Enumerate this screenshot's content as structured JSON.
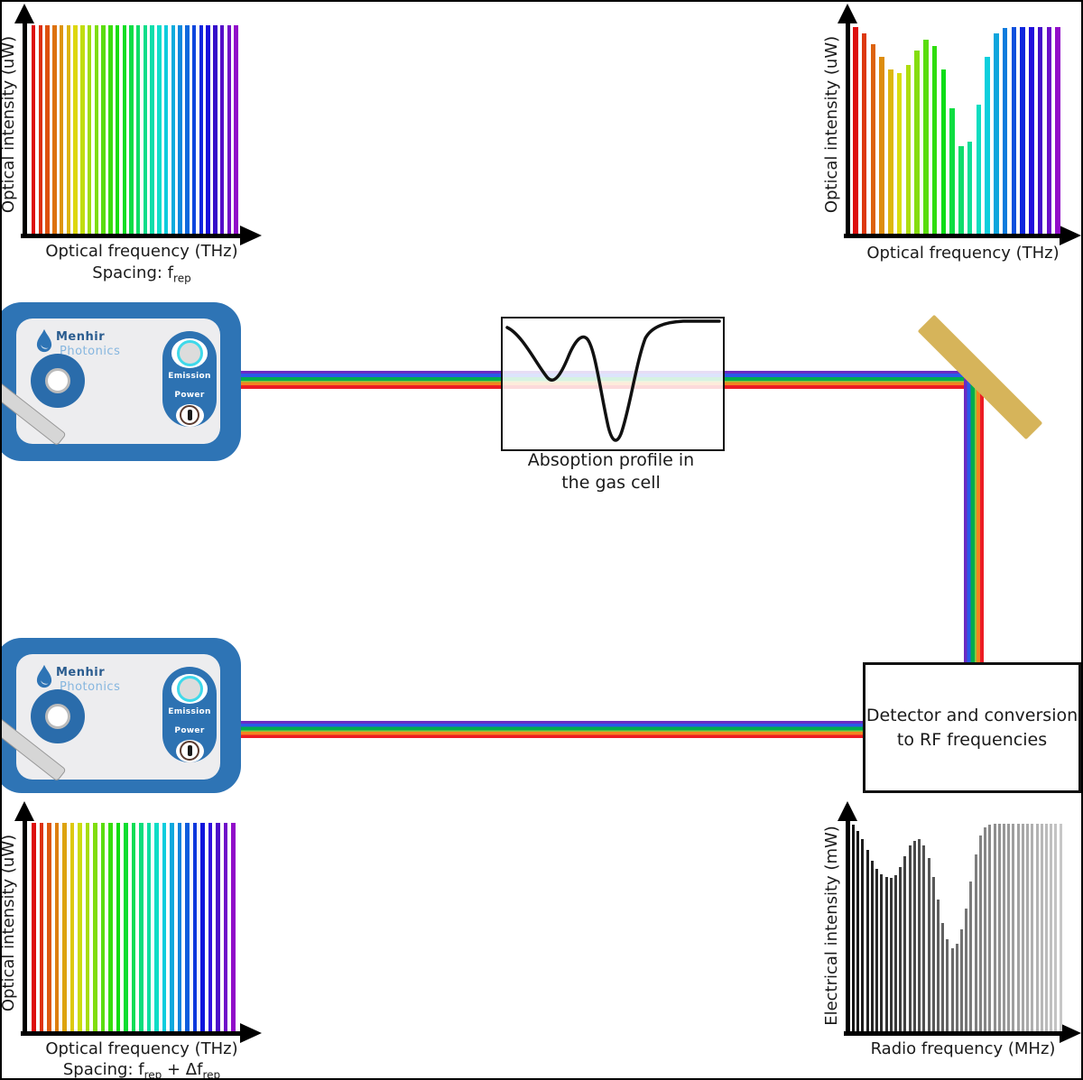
{
  "chart_data": [
    {
      "id": "comb_top_left",
      "type": "bar",
      "palette": "rainbow",
      "ylabel": "Optical intensity (uW)",
      "xlabel": "Optical frequency (THz)",
      "annotation": "Spacing: f_rep",
      "annotation_parts": {
        "t1": "Spacing: f",
        "s1": "rep",
        "t2": "",
        "s2": ""
      },
      "ylim": [
        0,
        1
      ],
      "grid": false,
      "values": [
        1,
        1,
        1,
        1,
        1,
        1,
        1,
        1,
        1,
        1,
        1,
        1,
        1,
        1,
        1,
        1,
        1,
        1,
        1,
        1,
        1,
        1,
        1,
        1,
        1,
        1,
        1,
        1,
        1,
        1
      ]
    },
    {
      "id": "comb_filtered",
      "type": "bar",
      "palette": "rainbow",
      "ylabel": "Optical intensity (uW)",
      "xlabel": "Optical frequency (THz)",
      "annotation": "",
      "annotation_parts": {
        "t1": "",
        "s1": "",
        "t2": "",
        "s2": ""
      },
      "ylim": [
        0,
        1
      ],
      "grid": false,
      "values": [
        0.99,
        0.96,
        0.91,
        0.85,
        0.79,
        0.77,
        0.81,
        0.88,
        0.93,
        0.9,
        0.79,
        0.6,
        0.42,
        0.44,
        0.62,
        0.85,
        0.96,
        0.985,
        0.99,
        0.99,
        0.99,
        0.99,
        0.99,
        0.99
      ]
    },
    {
      "id": "comb_bottom_left",
      "type": "bar",
      "palette": "rainbow",
      "ylabel": "Optical intensity (uW)",
      "xlabel": "Optical frequency (THz)",
      "annotation": "Spacing: f_rep + Δf_rep",
      "annotation_parts": {
        "t1": "Spacing: f",
        "s1": "rep",
        "t2": " + Δf",
        "s2": "rep"
      },
      "ylim": [
        0,
        1
      ],
      "grid": false,
      "values": [
        1,
        1,
        1,
        1,
        1,
        1,
        1,
        1,
        1,
        1,
        1,
        1,
        1,
        1,
        1,
        1,
        1,
        1,
        1,
        1,
        1,
        1,
        1,
        1,
        1,
        1,
        1
      ]
    },
    {
      "id": "rf_comb",
      "type": "bar",
      "palette": "grayscale",
      "ylabel": "Electrical intensity (mW)",
      "xlabel": "Radio frequency (MHz)",
      "annotation": "",
      "annotation_parts": {
        "t1": "",
        "s1": "",
        "t2": "",
        "s2": ""
      },
      "ylim": [
        0,
        1
      ],
      "grid": false,
      "values": [
        0.99,
        0.96,
        0.92,
        0.87,
        0.82,
        0.78,
        0.755,
        0.74,
        0.735,
        0.75,
        0.79,
        0.84,
        0.89,
        0.915,
        0.92,
        0.89,
        0.83,
        0.74,
        0.63,
        0.52,
        0.44,
        0.4,
        0.42,
        0.49,
        0.59,
        0.72,
        0.85,
        0.94,
        0.98,
        0.99,
        0.995,
        0.995,
        0.995,
        0.995,
        0.995,
        0.995,
        0.995,
        0.995,
        0.995,
        0.995,
        0.995,
        0.995,
        0.995,
        0.995,
        0.995
      ]
    }
  ],
  "laser": {
    "brand_line1": "Menhir",
    "brand_line2": "Photonics",
    "emission_label": "Emission",
    "power_label": "Power"
  },
  "gas_cell": {
    "caption_line1": "Absoption profile in",
    "caption_line2": "the gas cell"
  },
  "detector": {
    "line1": "Detector and conversion",
    "line2": "to RF frequencies"
  },
  "beam": {
    "colors": [
      "#6B2BC2",
      "#2B59E8",
      "#00AD4E",
      "#8CC63E",
      "#F58220",
      "#EC1C24"
    ],
    "fractions": [
      0.15,
      0.34,
      0.55,
      0.63,
      0.81,
      1.0
    ]
  },
  "colors": {
    "laser_body": "#2E74B5",
    "laser_panel": "#EDEDEF",
    "led_ring": "#3FD9EA",
    "mirror_gold": "#D6B45A",
    "curve_black": "#111111",
    "brand_dark": "#2A5C8F",
    "brand_light": "#86B6DF",
    "axis_black": "#000000"
  }
}
